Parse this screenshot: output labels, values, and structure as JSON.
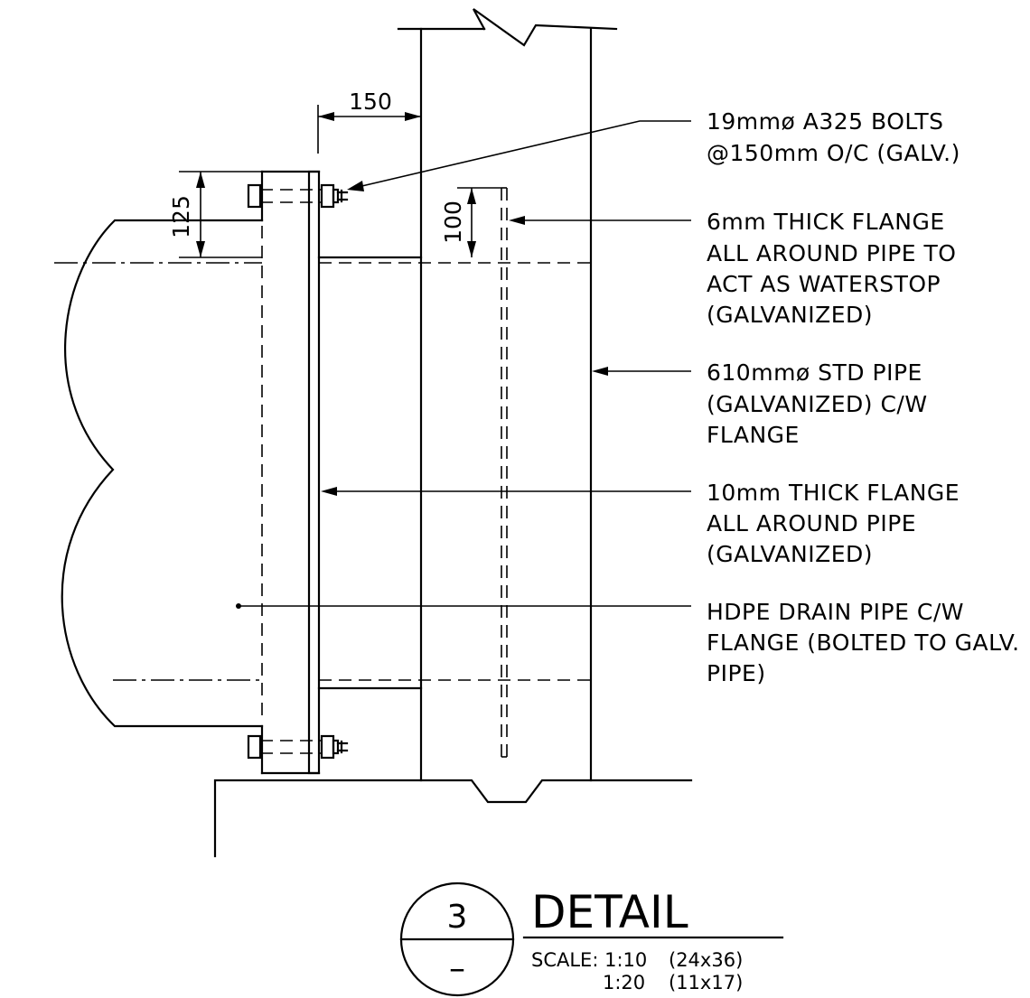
{
  "dimensions": {
    "plate_offset": "150",
    "bolt_edge": "125",
    "waterstop_offset": "100"
  },
  "callouts": [
    {
      "lines": [
        "19mmø A325 BOLTS",
        "@150mm O/C (GALV.)"
      ]
    },
    {
      "lines": [
        "6mm THICK FLANGE",
        "ALL AROUND PIPE TO",
        "ACT AS WATERSTOP",
        "(GALVANIZED)"
      ]
    },
    {
      "lines": [
        "610mmø STD PIPE",
        "(GALVANIZED) C/W",
        "FLANGE"
      ]
    },
    {
      "lines": [
        "10mm THICK FLANGE",
        "ALL AROUND PIPE",
        "(GALVANIZED)"
      ]
    },
    {
      "lines": [
        "HDPE DRAIN PIPE C/W",
        "FLANGE (BOLTED TO GALV.",
        "PIPE)"
      ]
    }
  ],
  "title_block": {
    "detail_number": "3",
    "sheet_ref": "–",
    "title": "DETAIL",
    "scale_label": "SCALE: 1:10",
    "scale_1_paper": "(24x36)",
    "scale_2": "1:20",
    "scale_2_paper": "(11x17)"
  }
}
